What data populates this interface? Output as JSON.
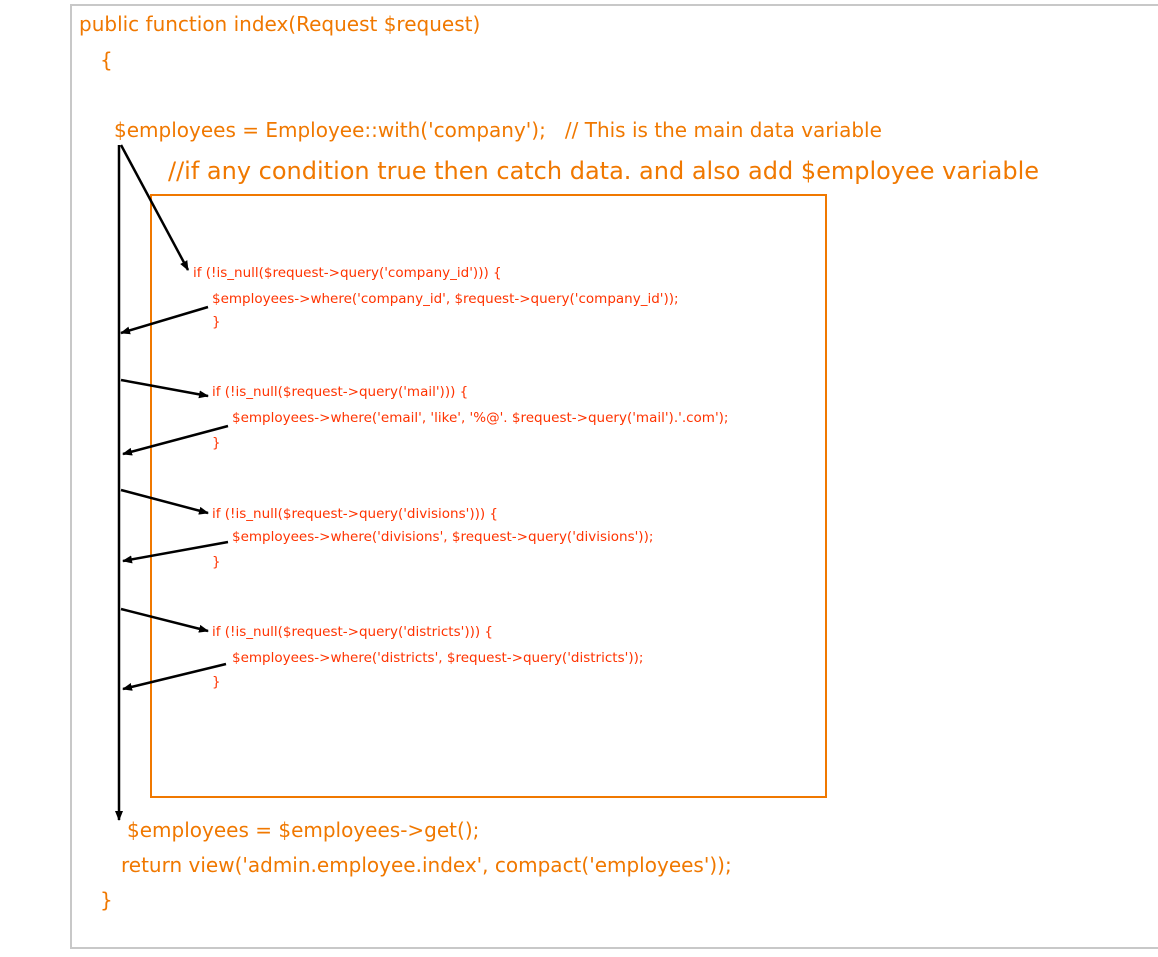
{
  "code": {
    "signature": "public function index(Request $request)",
    "open_brace": "{",
    "main_line": "$employees = Employee::with('company');   // This is the main data variable",
    "condition_comment": "//if any condition true then catch data. and also add $employee variable",
    "blocks": [
      {
        "if_line": "if (!is_null($request->query('company_id'))) {",
        "body_line": "$employees->where('company_id', $request->query('company_id'));",
        "close": "}"
      },
      {
        "if_line": "if (!is_null($request->query('mail'))) {",
        "body_line": "$employees->where('email', 'like', '%@'. $request->query('mail').'.com');",
        "close": "}"
      },
      {
        "if_line": "if (!is_null($request->query('divisions'))) {",
        "body_line": "$employees->where('divisions', $request->query('divisions'));",
        "close": "}"
      },
      {
        "if_line": "if (!is_null($request->query('districts'))) {",
        "body_line": "$employees->where('districts', $request->query('districts'));",
        "close": "}"
      }
    ],
    "get_line": "$employees = $employees->get();",
    "return_line": "return view('admin.employee.index', compact('employees'));",
    "close_brace": "}"
  },
  "colors": {
    "code_orange": "#f07800",
    "inner_code_red": "#ff3300",
    "arrow": "#000000",
    "frame_border": "#c8c8c8"
  }
}
